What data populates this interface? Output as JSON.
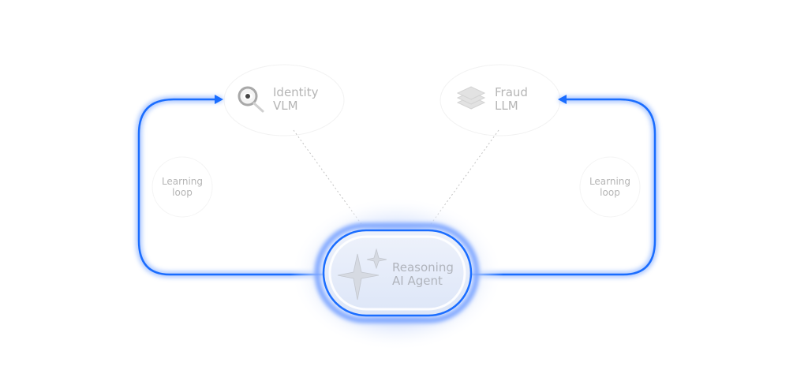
{
  "nodes": {
    "identity": {
      "line1": "Identity",
      "line2": "VLM",
      "icon": "magnifier-eye-icon"
    },
    "fraud": {
      "line1": "Fraud",
      "line2": "LLM",
      "icon": "layers-stack-icon"
    },
    "agent": {
      "line1": "Reasoning",
      "line2": "AI Agent",
      "icon": "sparkle-icon"
    }
  },
  "loops": {
    "left": {
      "line1": "Learning",
      "line2": "loop"
    },
    "right": {
      "line1": "Learning",
      "line2": "loop"
    }
  },
  "colors": {
    "loop": "#1a6dff",
    "glow": "#cfdcfb",
    "text": "#b5b5b5"
  }
}
